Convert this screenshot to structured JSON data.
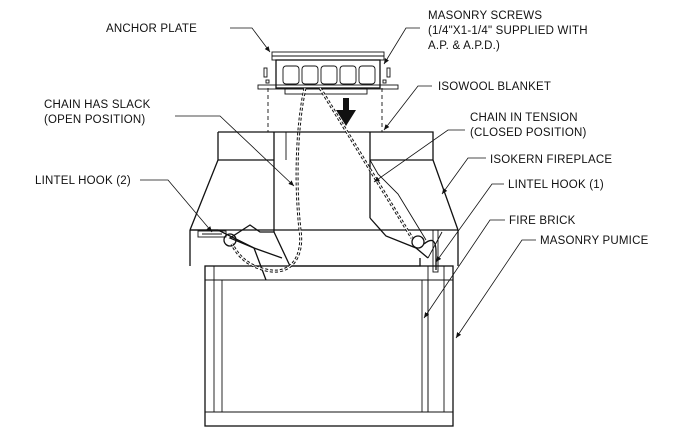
{
  "labels": {
    "anchor_plate": "ANCHOR PLATE",
    "masonry_screws_1": "MASONRY SCREWS",
    "masonry_screws_2": "(1/4\"X1-1/4\" SUPPLIED WITH",
    "masonry_screws_3": "A.P. & A.P.D.)",
    "isowool_blanket": "ISOWOOL BLANKET",
    "chain_slack_1": "CHAIN HAS SLACK",
    "chain_slack_2": "(OPEN POSITION)",
    "chain_tension_1": "CHAIN IN TENSION",
    "chain_tension_2": "(CLOSED POSITION)",
    "isokern_fireplace": "ISOKERN FIREPLACE",
    "lintel_hook_2": "LINTEL HOOK (2)",
    "lintel_hook_1": "LINTEL HOOK (1)",
    "fire_brick": "FIRE BRICK",
    "masonry_pumice": "MASONRY PUMICE"
  }
}
